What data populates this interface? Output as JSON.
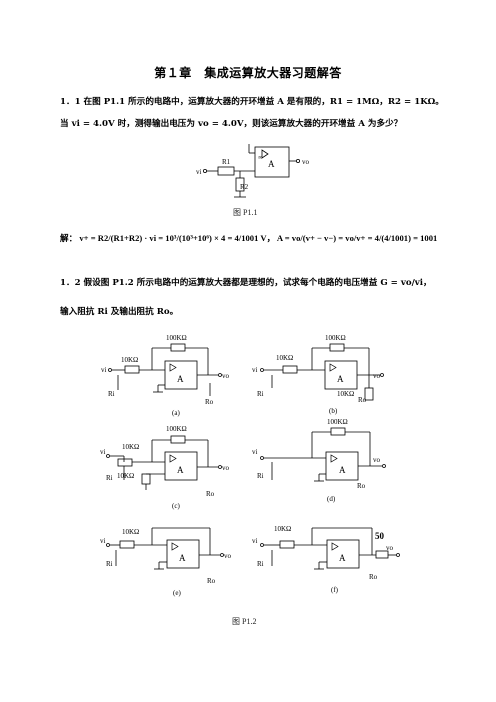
{
  "title": "第１章　集成运算放大器习题解答",
  "problem1": {
    "line1_prefix": "1．1  在图 P1.1 所示的电路中，运算放大器的开环增益 A 是有限的，",
    "r1_value": "R1 = 1MΩ，",
    "r2_value": "R2 = 1KΩ。",
    "line2_prefix": "当 ",
    "vi_value": "vi = 4.0V",
    "line2_mid": " 时，测得输出电压为 ",
    "vo_value": "vo = 4.0V",
    "line2_suffix": "，则该运算放大器的开环增益 A 为多少？",
    "figure_caption": "图 P1.1"
  },
  "solution1": {
    "prefix": "解：",
    "eq1": "v+ = R2/(R1+R2) · vi = 10³/(10³+10⁶) × 4 = 4/1001 V，",
    "eq2": "A = vo/(v+ − v−) = vo/v+ = 4/(4/1001) = 1001"
  },
  "problem2": {
    "line1": "1．2  假设图 P1.2 所示电路中的运算放大器都是理想的，试求每个电路的电压增益 G = vo/vi，",
    "line2": "输入阻抗 Ri 及输出阻抗 Ro。",
    "figure_caption": "图 P1.2"
  },
  "circuits": {
    "labels": {
      "r100k": "100KΩ",
      "r10k": "10KΩ",
      "r50": "50",
      "opamp": "A",
      "inf": "∞",
      "vi": "vi",
      "vo": "vo",
      "ri": "Ri",
      "ro": "Ro",
      "r1": "R1",
      "r2": "R2"
    },
    "captions": [
      "(a)",
      "(b)",
      "(c)",
      "(d)",
      "(e)",
      "(f)"
    ]
  },
  "colors": {
    "ink": "#000000",
    "caption": "#222222"
  }
}
